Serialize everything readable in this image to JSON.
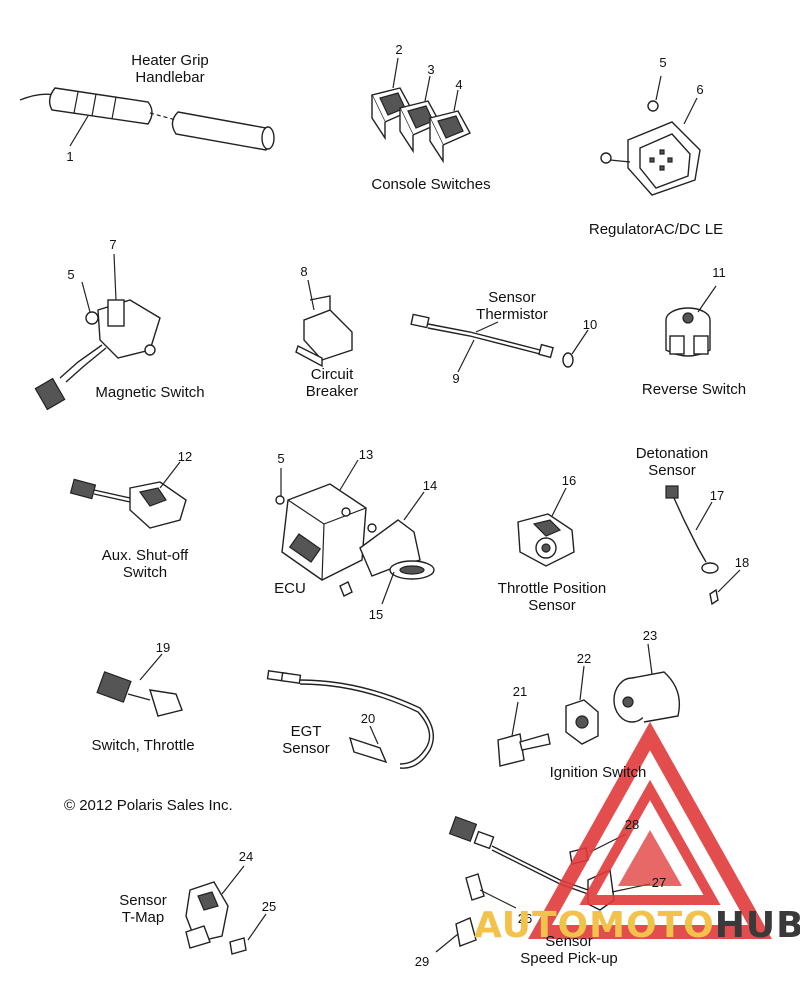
{
  "colors": {
    "line": "#222222",
    "watermark_red": "#e03a3a",
    "watermark_gold": "#f3c24a",
    "watermark_gray": "#3a3a3a"
  },
  "copyright": "© 2012 Polaris Sales Inc.",
  "watermark": {
    "part1": "AUTOMOTO",
    "part2": "HUB"
  },
  "groups": [
    {
      "id": "heater-grip",
      "label": "Heater Grip\nHandlebar"
    },
    {
      "id": "console-switches",
      "label": "Console Switches"
    },
    {
      "id": "regulator",
      "label": "RegulatorAC/DC LE"
    },
    {
      "id": "magnetic-switch",
      "label": "Magnetic Switch"
    },
    {
      "id": "circuit-breaker",
      "label": "Circuit\nBreaker"
    },
    {
      "id": "sensor-thermistor",
      "label": "Sensor\nThermistor"
    },
    {
      "id": "reverse-switch",
      "label": "Reverse Switch"
    },
    {
      "id": "detonation-sensor",
      "label": "Detonation\nSensor"
    },
    {
      "id": "aux-shutoff",
      "label": "Aux. Shut-off\nSwitch"
    },
    {
      "id": "ecu",
      "label": "ECU"
    },
    {
      "id": "throttle-position",
      "label": "Throttle Position\nSensor"
    },
    {
      "id": "switch-throttle",
      "label": "Switch, Throttle"
    },
    {
      "id": "egt-sensor",
      "label": "EGT\nSensor"
    },
    {
      "id": "ignition-switch",
      "label": "Ignition Switch"
    },
    {
      "id": "sensor-tmap",
      "label": "Sensor\nT-Map"
    },
    {
      "id": "speed-pickup",
      "label": "Sensor\nSpeed Pick-up"
    }
  ],
  "callouts": [
    "1",
    "2",
    "3",
    "4",
    "5",
    "6",
    "7",
    "5",
    "8",
    "9",
    "10",
    "11",
    "12",
    "5",
    "13",
    "14",
    "15",
    "16",
    "17",
    "18",
    "19",
    "20",
    "21",
    "22",
    "23",
    "24",
    "25",
    "26",
    "27",
    "28",
    "29"
  ]
}
